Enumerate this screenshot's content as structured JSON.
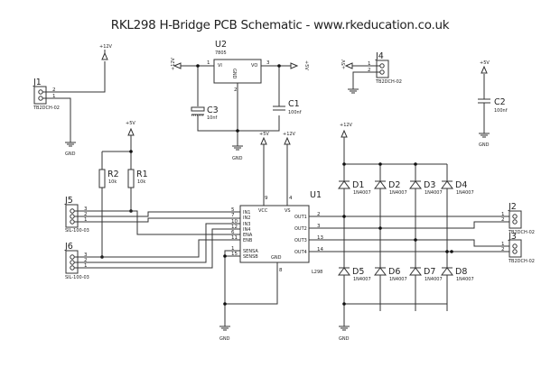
{
  "title": "RKL298 H-Bridge PCB Schematic - www.rkeducation.co.uk",
  "nets": {
    "v12": "+12V",
    "v5": "+5V",
    "gnd": "GND"
  },
  "components": {
    "j1": {
      "ref": "J1",
      "value": "TB2DCH-02",
      "pins": [
        "2",
        "1"
      ]
    },
    "j4": {
      "ref": "J4",
      "value": "TB2DCH-02",
      "pins": [
        "1",
        "2"
      ]
    },
    "j2": {
      "ref": "J2",
      "value": "TB2DCH-02",
      "pins": [
        "1",
        "2"
      ]
    },
    "j3": {
      "ref": "J3",
      "value": "TB2DCH-02",
      "pins": [
        "1",
        "2"
      ]
    },
    "j5": {
      "ref": "J5",
      "value": "SIL-100-03",
      "pins": [
        "3",
        "2",
        "1"
      ]
    },
    "j6": {
      "ref": "J6",
      "value": "SIL-100-03",
      "pins": [
        "3",
        "2",
        "1"
      ]
    },
    "u2": {
      "ref": "U2",
      "value": "7805",
      "vi": "VI",
      "vo": "VO",
      "gnd": "GND",
      "pin_in": "1",
      "pin_out": "3",
      "pin_gnd": "2"
    },
    "c1": {
      "ref": "C1",
      "value": "100nf"
    },
    "c2": {
      "ref": "C2",
      "value": "100nf"
    },
    "c3": {
      "ref": "C3",
      "value": "10nf"
    },
    "r1": {
      "ref": "R1",
      "value": "10k"
    },
    "r2": {
      "ref": "R2",
      "value": "10k"
    },
    "u1": {
      "ref": "U1",
      "value": "L298",
      "left_pins": [
        {
          "name": "IN1",
          "num": "5"
        },
        {
          "name": "IN2",
          "num": "7"
        },
        {
          "name": "IN3",
          "num": "10"
        },
        {
          "name": "IN4",
          "num": "12"
        },
        {
          "name": "ENA",
          "num": "6"
        },
        {
          "name": "ENB",
          "num": "11"
        }
      ],
      "sense_pins": [
        {
          "name": "SENSA",
          "num": "1"
        },
        {
          "name": "SENSB",
          "num": "15"
        }
      ],
      "right_pins": [
        {
          "name": "OUT1",
          "num": "2"
        },
        {
          "name": "OUT2",
          "num": "3"
        },
        {
          "name": "OUT3",
          "num": "13"
        },
        {
          "name": "OUT4",
          "num": "14"
        }
      ],
      "top_pins": [
        {
          "name": "VCC",
          "num": "9"
        },
        {
          "name": "VS",
          "num": "4"
        }
      ],
      "bottom_pin": {
        "name": "GND",
        "num": "8"
      }
    },
    "diodes": [
      {
        "ref": "D1",
        "value": "1N4007"
      },
      {
        "ref": "D2",
        "value": "1N4007"
      },
      {
        "ref": "D3",
        "value": "1N4007"
      },
      {
        "ref": "D4",
        "value": "1N4007"
      },
      {
        "ref": "D5",
        "value": "1N4007"
      },
      {
        "ref": "D6",
        "value": "1N4007"
      },
      {
        "ref": "D7",
        "value": "1N4007"
      },
      {
        "ref": "D8",
        "value": "1N4007"
      }
    ]
  }
}
